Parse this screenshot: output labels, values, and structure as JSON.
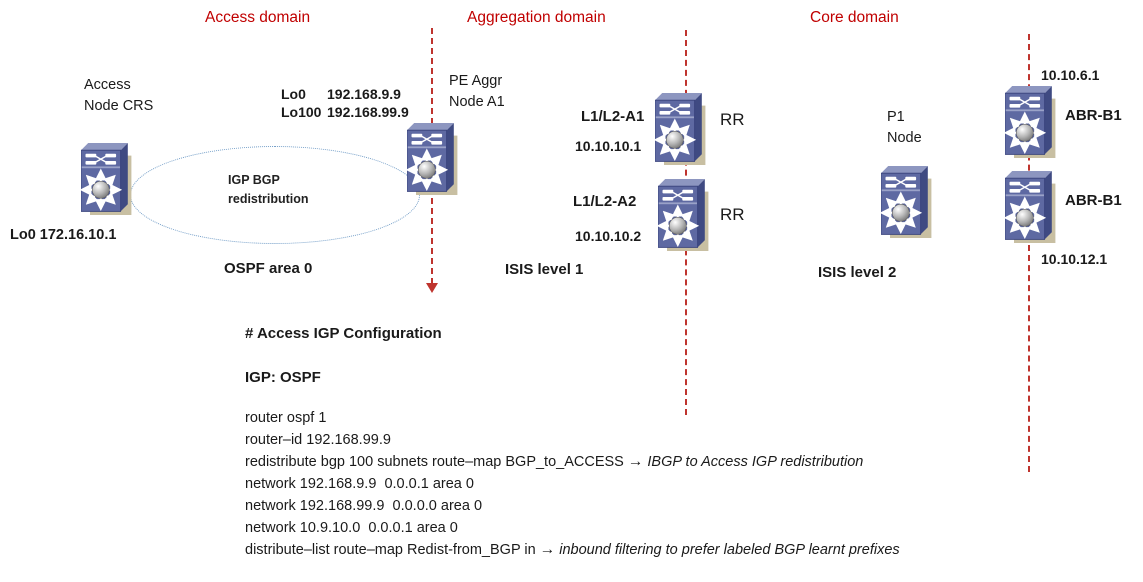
{
  "domains": {
    "access_title": "Access domain",
    "aggregation_title": "Aggregation domain",
    "core_title": "Core domain"
  },
  "access": {
    "node_name_1": "Access",
    "node_name_2": "Node CRS",
    "node_loopback": "Lo0 172.16.10.1",
    "link_label_1": "IGP BGP",
    "link_label_2": "redistribution",
    "igp": "OSPF area 0"
  },
  "pe": {
    "name_1": "PE Aggr",
    "name_2": "Node A1",
    "lo0_name": "Lo0",
    "lo0_ip": "192.168.9.9",
    "lo100_name": "Lo100",
    "lo100_ip": "192.168.99.9"
  },
  "aggregation": {
    "rr1_name": "L1/L2-A1",
    "rr1_ip": "10.10.10.1",
    "rr1_role": "RR",
    "rr2_name": "L1/L2-A2",
    "rr2_ip": "10.10.10.2",
    "rr2_role": "RR",
    "igp": "ISIS level 1"
  },
  "core": {
    "p1_name_1": "P1",
    "p1_name_2": "Node",
    "abr1_ip": "10.10.6.1",
    "abr1_name": "ABR-B1",
    "abr2_name": "ABR-B1",
    "abr2_ip": "10.10.12.1",
    "igp": "ISIS level 2"
  },
  "config": {
    "heading": "# Access IGP Configuration",
    "igp_line": "IGP: OSPF",
    "lines": [
      {
        "text": "router ospf 1"
      },
      {
        "text": "router–id 192.168.99.9"
      },
      {
        "text": "redistribute bgp 100 subnets route–map BGP_to_ACCESS ",
        "arrow": "→",
        "comment": " IBGP to Access IGP redistribution"
      },
      {
        "text": "network 192.168.9.9  0.0.0.1 area 0"
      },
      {
        "text": "network 192.168.99.9  0.0.0.0 area 0"
      },
      {
        "text": "network 10.9.10.0  0.0.0.1 area 0"
      },
      {
        "text": "distribute–list route–map Redist-from_BGP in ",
        "arrow": "→",
        "comment": " inbound filtering to prefer labeled BGP learnt prefixes"
      }
    ]
  },
  "colors": {
    "domain_label": "#c00000",
    "boundary_line": "#bf342e",
    "ellipse": "#6f9bc6",
    "switch_front": "#5e69a2",
    "switch_top": "#8d96c0",
    "switch_side": "#3f4a82",
    "switch_shadow": "#c8bfa2"
  }
}
